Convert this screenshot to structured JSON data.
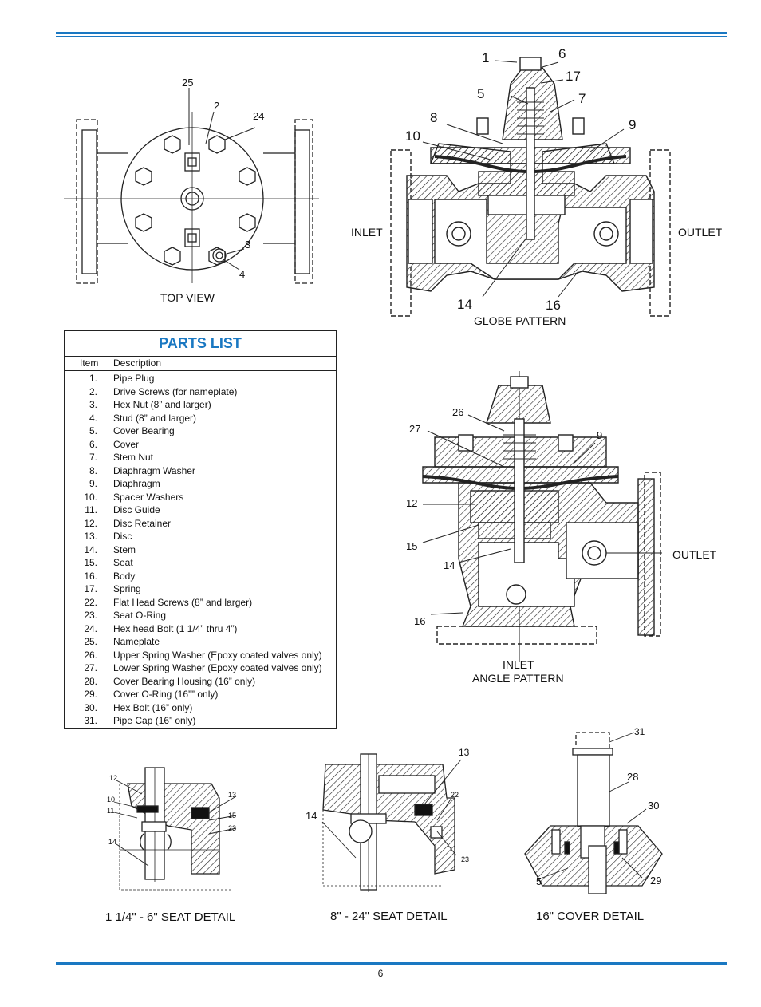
{
  "page_number": "6",
  "top_view": {
    "caption": "TOP VIEW",
    "callouts": [
      "25",
      "2",
      "24",
      "3",
      "4"
    ]
  },
  "globe_pattern": {
    "caption": "GLOBE PATTERN",
    "inlet": "INLET",
    "outlet": "OUTLET",
    "callouts": [
      "1",
      "6",
      "17",
      "5",
      "7",
      "8",
      "9",
      "10",
      "14",
      "16"
    ]
  },
  "angle_pattern": {
    "caption": "ANGLE PATTERN",
    "inlet": "INLET",
    "outlet": "OUTLET",
    "callouts": [
      "26",
      "27",
      "9",
      "12",
      "15",
      "14",
      "16"
    ]
  },
  "parts_list": {
    "title": "PARTS LIST",
    "col_item": "Item",
    "col_desc": "Description",
    "rows": [
      {
        "item": "1.",
        "desc": "Pipe Plug"
      },
      {
        "item": "2.",
        "desc": "Drive Screws (for nameplate)"
      },
      {
        "item": "3.",
        "desc": "Hex Nut (8” and larger)"
      },
      {
        "item": "4.",
        "desc": "Stud (8” and larger)"
      },
      {
        "item": "5.",
        "desc": "Cover Bearing"
      },
      {
        "item": "6.",
        "desc": "Cover"
      },
      {
        "item": "7.",
        "desc": "Stem Nut"
      },
      {
        "item": "8.",
        "desc": "Diaphragm Washer"
      },
      {
        "item": "9.",
        "desc": "Diaphragm"
      },
      {
        "item": "10.",
        "desc": "Spacer Washers"
      },
      {
        "item": "11.",
        "desc": "Disc Guide"
      },
      {
        "item": "12.",
        "desc": "Disc Retainer"
      },
      {
        "item": "13.",
        "desc": "Disc"
      },
      {
        "item": "14.",
        "desc": "Stem"
      },
      {
        "item": "15.",
        "desc": "Seat"
      },
      {
        "item": "16.",
        "desc": "Body"
      },
      {
        "item": "17.",
        "desc": "Spring"
      },
      {
        "item": "22.",
        "desc": "Flat Head Screws (8” and larger)"
      },
      {
        "item": "23.",
        "desc": "Seat O-Ring"
      },
      {
        "item": "24.",
        "desc": "Hex head Bolt (1 1/4” thru 4”)"
      },
      {
        "item": "25.",
        "desc": "Nameplate"
      },
      {
        "item": "26.",
        "desc": "Upper Spring Washer (Epoxy coated valves only)"
      },
      {
        "item": "27.",
        "desc": "Lower Spring Washer (Epoxy coated valves only)"
      },
      {
        "item": "28.",
        "desc": "Cover Bearing Housing (16” only)"
      },
      {
        "item": "29.",
        "desc": "Cover O-Ring (16”” only)"
      },
      {
        "item": "30.",
        "desc": "Hex Bolt (16” only)"
      },
      {
        "item": "31.",
        "desc": "Pipe Cap (16” only)"
      }
    ]
  },
  "seat_detail_small": {
    "caption": "1 1/4\" - 6\" SEAT DETAIL",
    "callouts": [
      "12",
      "10",
      "11",
      "13",
      "15",
      "23",
      "14"
    ]
  },
  "seat_detail_large": {
    "caption": "8\" - 24\" SEAT DETAIL",
    "callouts": [
      "13",
      "22",
      "14",
      "23"
    ]
  },
  "cover_detail": {
    "caption": "16\" COVER DETAIL",
    "callouts": [
      "31",
      "28",
      "30",
      "5",
      "29"
    ]
  },
  "colors": {
    "accent": "#1a78c2"
  }
}
